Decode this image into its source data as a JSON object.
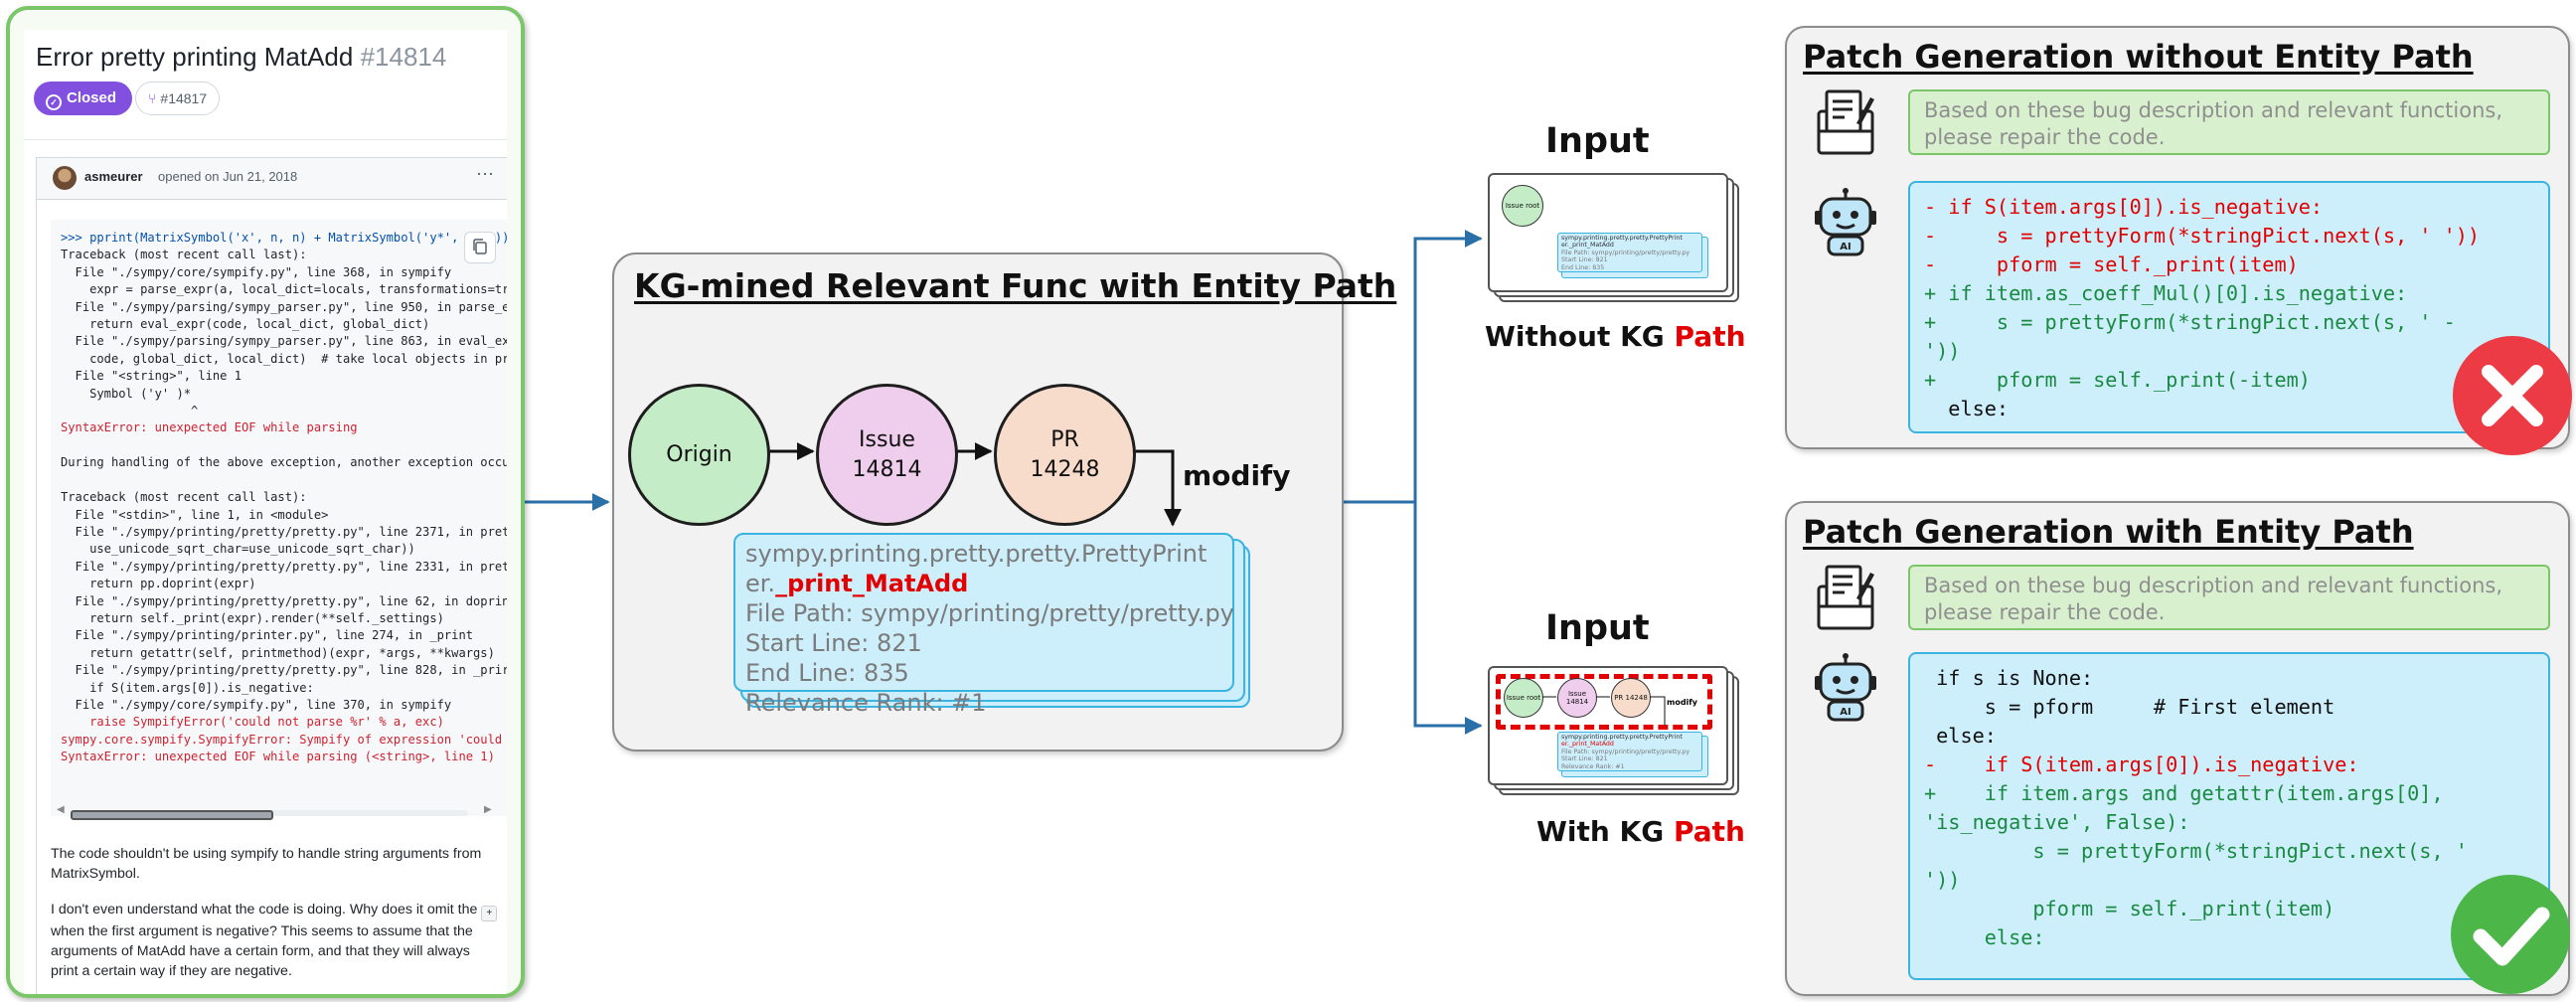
{
  "issue": {
    "title": "Error pretty printing MatAdd",
    "number": "#14814",
    "status": "Closed",
    "linked_pr": "#14817",
    "author": "asmeurer",
    "opened": "opened on Jun 21, 2018",
    "code_lines": [
      ">>> pprint(MatrixSymbol('x', n, n) + MatrixSymbol('y*', n, n))",
      "Traceback (most recent call last):",
      "  File \"./sympy/core/sympify.py\", line 368, in sympify",
      "    expr = parse_expr(a, local_dict=locals, transformations=tr",
      "  File \"./sympy/parsing/sympy_parser.py\", line 950, in parse_e",
      "    return eval_expr(code, local_dict, global_dict)",
      "  File \"./sympy/parsing/sympy_parser.py\", line 863, in eval_ex",
      "    code, global_dict, local_dict)  # take local objects in pr",
      "  File \"<string>\", line 1",
      "    Symbol ('y' )*",
      "                  ^",
      "SyntaxError: unexpected EOF while parsing",
      "",
      "During handling of the above exception, another exception occu",
      "",
      "Traceback (most recent call last):",
      "  File \"<stdin>\", line 1, in <module>",
      "  File \"./sympy/printing/pretty/pretty.py\", line 2371, in pret",
      "    use_unicode_sqrt_char=use_unicode_sqrt_char))",
      "  File \"./sympy/printing/pretty/pretty.py\", line 2331, in pret",
      "    return pp.doprint(expr)",
      "  File \"./sympy/printing/pretty/pretty.py\", line 62, in doprin",
      "    return self._print(expr).render(**self._settings)",
      "  File \"./sympy/printing/printer.py\", line 274, in _print",
      "    return getattr(self, printmethod)(expr, *args, **kwargs)",
      "  File \"./sympy/printing/pretty/pretty.py\", line 828, in _prir",
      "    if S(item.args[0]).is_negative:",
      "  File \"./sympy/core/sympify.py\", line 370, in sympify",
      "    raise SympifyError('could not parse %r' % a, exc)",
      "sympy.core.sympify.SympifyError: Sympify of expression 'could",
      "SyntaxError: unexpected EOF while parsing (<string>, line 1)"
    ],
    "comment_p1": "The code shouldn't be using sympify to handle string arguments from MatrixSymbol.",
    "comment_p2_a": "I don't even understand what the code is doing. Why does it omit the",
    "comment_p2_kbd": "+",
    "comment_p2_b": "when the first argument is negative? This seems to assume that the arguments of MatAdd have a certain form, and that they will always print a certain way if they are negative."
  },
  "kg": {
    "title": "KG-mined Relevant Func with Entity Path",
    "nodes": [
      {
        "label": "Origin",
        "sub": ""
      },
      {
        "label": "Issue",
        "sub": "14814"
      },
      {
        "label": "PR",
        "sub": "14248"
      }
    ],
    "edge_label": "modify",
    "func": {
      "name_a": "sympy.printing.pretty.pretty.PrettyPrint",
      "name_b": "er.",
      "name_red": "_print_MatAdd",
      "file_path": "File Path: sympy/printing/pretty/pretty.py",
      "start_line": "Start Line: 821",
      "end_line": "End Line: 835",
      "rank": "Relevance Rank: #1"
    }
  },
  "inputs": {
    "top_label": "Input",
    "bottom_label": "Input",
    "without_caption_a": "Without KG ",
    "without_caption_red": "Path",
    "with_caption_a": "With KG ",
    "with_caption_red": "Path",
    "thumb_node_origin": "Issue root",
    "thumb_node_issue": "Issue 14814",
    "thumb_node_pr": "PR 14248",
    "thumb_edge": "modify",
    "thumb_card_a": "sympy.printing.pretty.pretty.PrettyPrint",
    "thumb_card_b": "er._print_MatAdd",
    "thumb_card_path": "File Path: sympy/printing/pretty/pretty.py",
    "thumb_card_start": "Start Line: 821",
    "thumb_card_end": "End Line: 835",
    "thumb_card_rank": "Relevance Rank: #1"
  },
  "patch_without": {
    "title": "Patch Generation without Entity Path",
    "prompt": "Based on these bug description and relevant functions, please repair the code.",
    "lines": [
      {
        "t": "del",
        "text": "- if S(item.args[0]).is_negative:"
      },
      {
        "t": "del",
        "text": "-     s = prettyForm(*stringPict.next(s, ' '))"
      },
      {
        "t": "del",
        "text": "-     pform = self._print(item)"
      },
      {
        "t": "add",
        "text": "+ if item.as_coeff_Mul()[0].is_negative:"
      },
      {
        "t": "add",
        "text": "+     s = prettyForm(*stringPict.next(s, ' -"
      },
      {
        "t": "add",
        "text": "'))"
      },
      {
        "t": "add",
        "text": "+     pform = self._print(-item)"
      },
      {
        "t": "ctx",
        "text": "  else:"
      }
    ],
    "result_icon": "cross-icon"
  },
  "patch_with": {
    "title": "Patch Generation with Entity Path",
    "prompt": "Based on these bug description and relevant functions, please repair the code.",
    "lines": [
      {
        "t": "ctx",
        "text": " if s is None:"
      },
      {
        "t": "ctx",
        "text": "     s = pform     # First element"
      },
      {
        "t": "ctx",
        "text": " else:"
      },
      {
        "t": "del",
        "text": "-    if S(item.args[0]).is_negative:"
      },
      {
        "t": "add",
        "text": "+    if item.args and getattr(item.args[0],"
      },
      {
        "t": "add",
        "text": "'is_negative', False):"
      },
      {
        "t": "add",
        "text": "         s = prettyForm(*stringPict.next(s, '"
      },
      {
        "t": "add",
        "text": "'))"
      },
      {
        "t": "add",
        "text": "         pform = self._print(item)"
      },
      {
        "t": "add",
        "text": "     else:"
      }
    ],
    "result_icon": "check-icon"
  },
  "colors": {
    "issue_border": "#7cc66a",
    "origin_node": "#c4ecc6",
    "issue_node": "#efcdec",
    "pr_node": "#f8dccb",
    "func_card": "#cdeefb",
    "accent_red": "#e30000",
    "arrow_blue": "#2a6fa8"
  }
}
